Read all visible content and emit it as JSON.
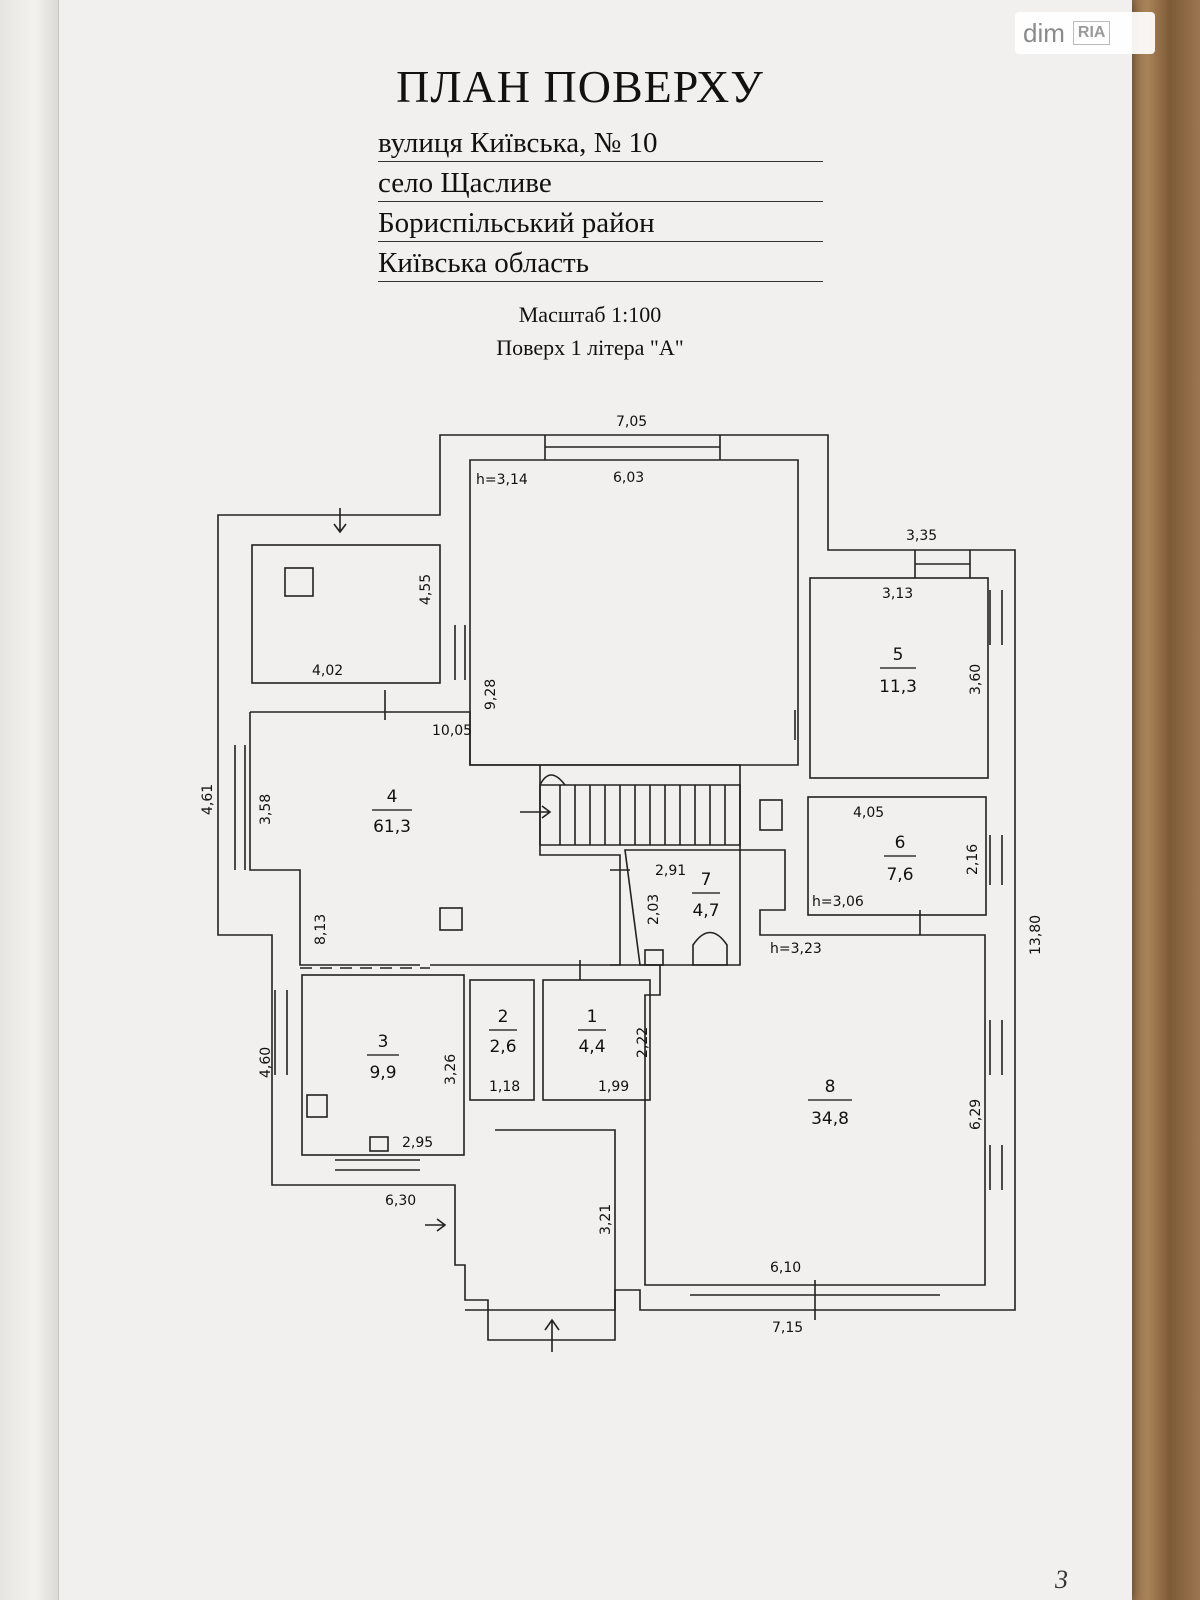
{
  "watermark": {
    "brand": "dim",
    "mark": "RIA"
  },
  "document": {
    "title": "ПЛАН ПОВЕРХУ",
    "address": {
      "street": "вулиця   Київська,         № 10",
      "village": "село  Щасливе",
      "district": "Бориспільський район",
      "region": "Київська область"
    },
    "scale": "Масштаб 1:100",
    "floor": "Поверх 1  літера \"А\"",
    "page_number": "3"
  },
  "rooms": [
    {
      "num": "1",
      "area": "4,4"
    },
    {
      "num": "2",
      "area": "2,6"
    },
    {
      "num": "3",
      "area": "9,9"
    },
    {
      "num": "4",
      "area": "61,3"
    },
    {
      "num": "5",
      "area": "11,3"
    },
    {
      "num": "6",
      "area": "7,6"
    },
    {
      "num": "7",
      "area": "4,7"
    },
    {
      "num": "8",
      "area": "34,8"
    }
  ],
  "dimensions": {
    "top_outer": "7,05",
    "top_inner": "6,03",
    "h_main": "h=3,14",
    "r5_outer": "3,35",
    "r5_inner": "3,13",
    "r5_side": "3,60",
    "nw_height": "4,55",
    "nw_width": "4,02",
    "n_side": "9,28",
    "mid_width": "10,05",
    "left_outer": "4,61",
    "left_inner": "3,58",
    "r4_depth": "8,13",
    "r6_width": "4,05",
    "r6_side": "2,16",
    "h_r6": "h=3,06",
    "r7_width": "2,91",
    "r7_side": "2,03",
    "h_r8": "h=3,23",
    "right_total": "13,80",
    "r2_width": "1,18",
    "r1_width": "1,99",
    "r1_side": "2,22",
    "r3_left": "4,60",
    "r3_side": "3,26",
    "r3_width": "2,95",
    "entry_width": "6,30",
    "entry_side": "3,21",
    "r8_side": "6,29",
    "r8_width": "6,10",
    "bottom_outer": "7,15"
  }
}
